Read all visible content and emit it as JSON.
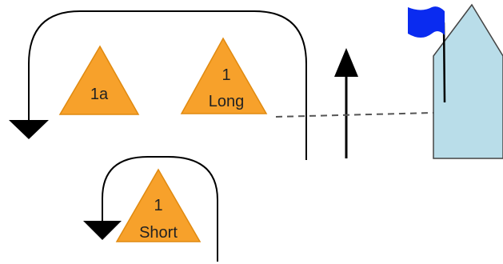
{
  "marks": {
    "mark_1a": {
      "label": "1a"
    },
    "mark_1_long": {
      "line1": "1",
      "line2": "Long"
    },
    "mark_1_short": {
      "line1": "1",
      "line2": "Short"
    }
  },
  "colors": {
    "mark_fill": "#F7A12B",
    "mark_stroke": "#E08A10",
    "committee_boat": "#B9DDE9",
    "flag": "#0A2BF0",
    "line": "#000000",
    "start_line": "#555555"
  },
  "icons": {
    "flag": "flag-icon",
    "boat": "committee-boat-icon",
    "arrow_up": "arrow-up-icon",
    "arrow_down": "arrow-down-icon"
  }
}
